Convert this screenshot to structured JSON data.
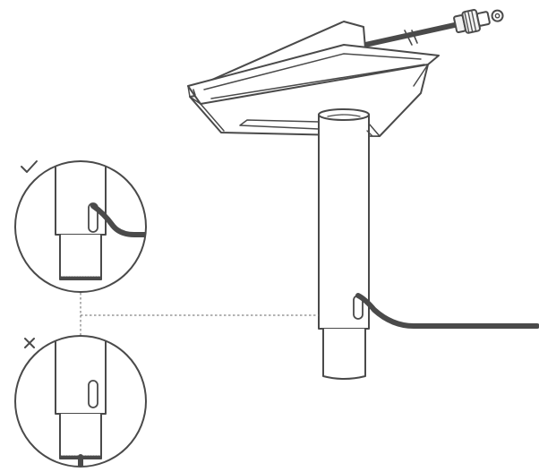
{
  "diagram": {
    "colors": {
      "line": "#4a4a4a",
      "cable": "#4a4a4a",
      "fill": "#ffffff",
      "connector_fill": "#f2f2f2"
    },
    "icons": {
      "correct": "check-mark-icon",
      "incorrect": "cross-mark-icon"
    },
    "details": [
      {
        "id": "correct",
        "state": "correct",
        "cable_routing": "through-side-slot"
      },
      {
        "id": "incorrect",
        "state": "incorrect",
        "cable_routing": "through-bottom-of-pole"
      }
    ]
  }
}
